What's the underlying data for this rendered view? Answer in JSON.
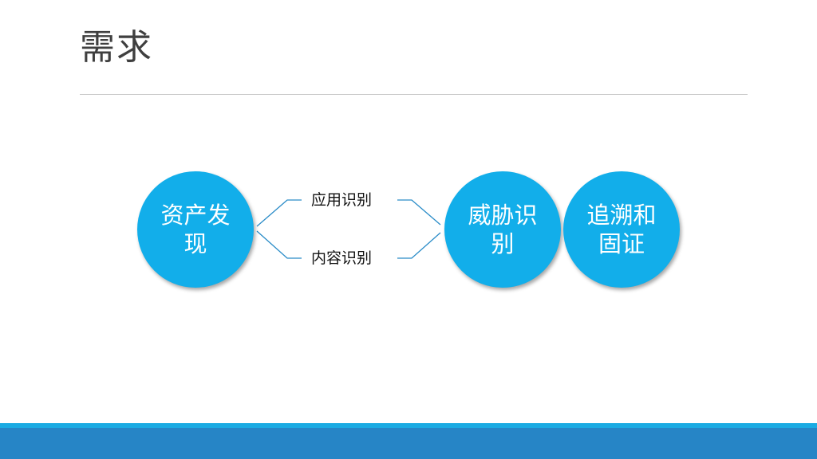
{
  "slide": {
    "title": "需求",
    "diagram": {
      "nodes": [
        {
          "id": "asset-discovery",
          "label": "资产发现"
        },
        {
          "id": "threat-identification",
          "label": "威胁识别"
        },
        {
          "id": "trace-and-evidence",
          "label": "追溯和固证"
        }
      ],
      "branches": [
        {
          "label": "应用识别"
        },
        {
          "label": "内容识别"
        }
      ]
    },
    "colors": {
      "circle": "#12aeea",
      "connector": "#2a8cc8",
      "footer": "#2685c6",
      "footer_stripe": "#1aabe3",
      "title": "#3f3f3f"
    }
  }
}
